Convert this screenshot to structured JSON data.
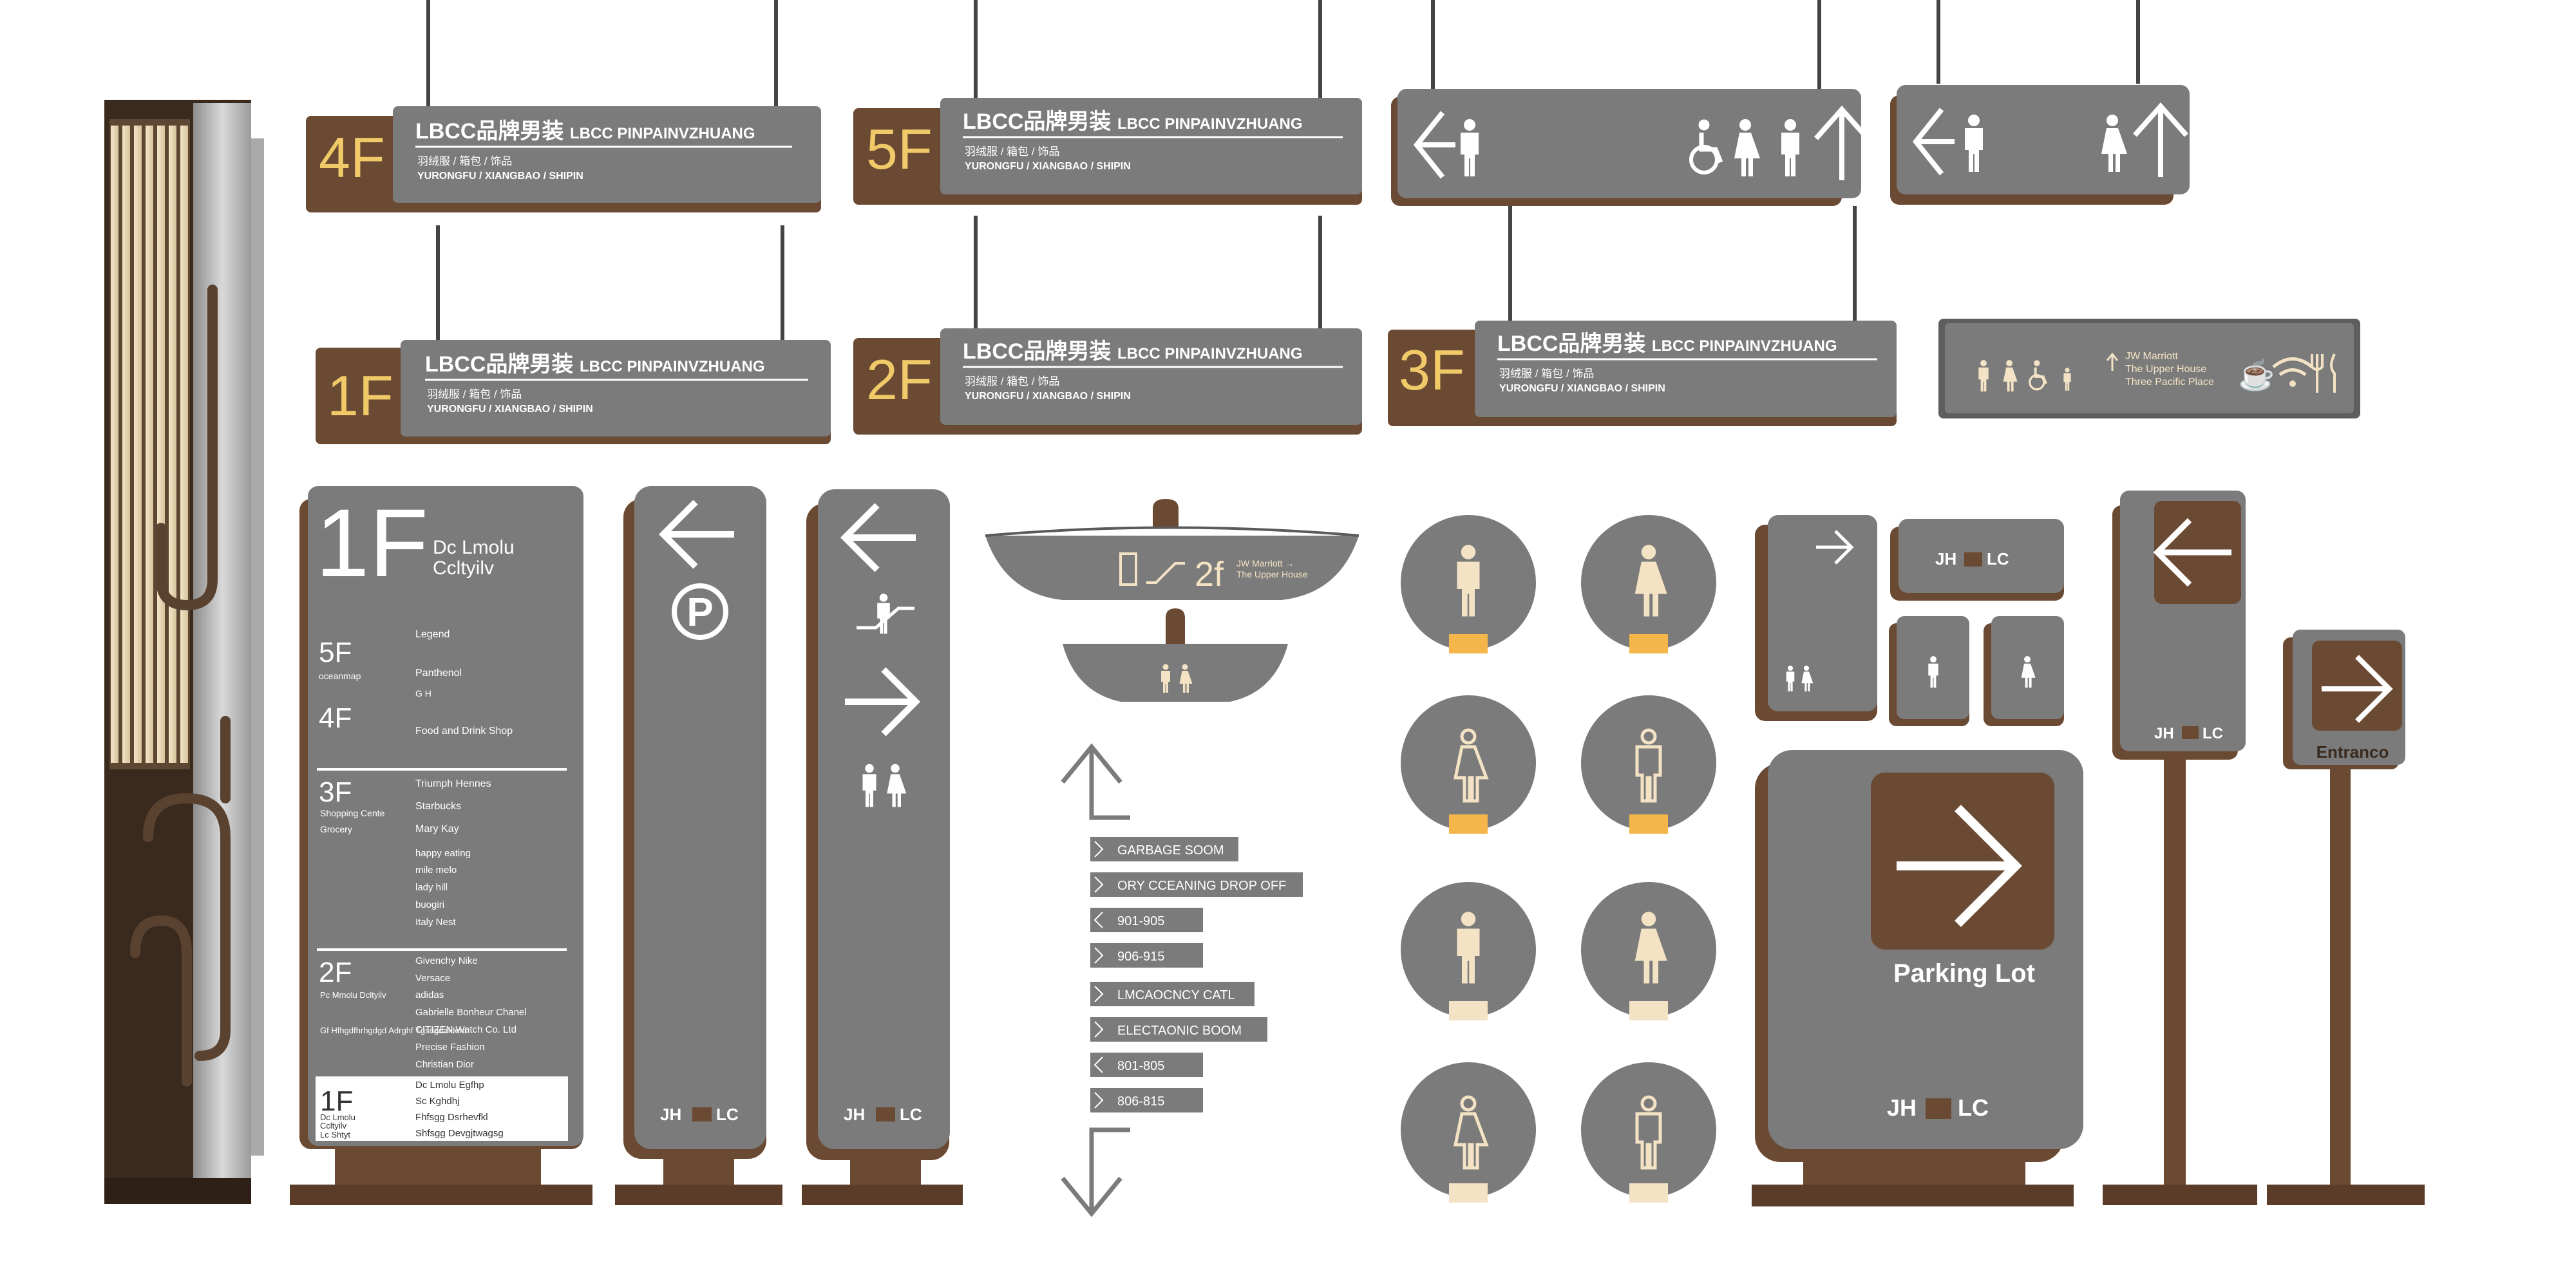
{
  "colors": {
    "grey": "#7b7b7b",
    "grey_dark": "#5f5f5f",
    "brown": "#6b4a33",
    "brown_dark": "#4a3221",
    "gold": "#f0c968",
    "cream": "#f3e3c4",
    "white": "#ffffff",
    "orange": "#f4b54a"
  },
  "brand": {
    "jh": "JH",
    "lc": "LC"
  },
  "hanging_signs": [
    {
      "floor": "4F",
      "title_cn": "LBCC品牌男装",
      "title_en": "LBCC PINPAINVZHUANG",
      "sub_cn": "羽绒服 / 箱包 / 饰品",
      "sub_en": "YURONGFU / XIANGBAO / SHIPIN"
    },
    {
      "floor": "5F",
      "title_cn": "LBCC品牌男装",
      "title_en": "LBCC PINPAINVZHUANG",
      "sub_cn": "羽绒服 / 箱包 / 饰品",
      "sub_en": "YURONGFU / XIANGBAO / SHIPIN"
    },
    {
      "floor": "1F",
      "title_cn": "LBCC品牌男装",
      "title_en": "LBCC PINPAINVZHUANG",
      "sub_cn": "羽绒服 / 箱包 / 饰品",
      "sub_en": "YURONGFU / XIANGBAO / SHIPIN"
    },
    {
      "floor": "2F",
      "title_cn": "LBCC品牌男装",
      "title_en": "LBCC PINPAINVZHUANG",
      "sub_cn": "羽绒服 / 箱包 / 饰品",
      "sub_en": "YURONGFU / XIANGBAO / SHIPIN"
    },
    {
      "floor": "3F",
      "title_cn": "LBCC品牌男装",
      "title_en": "LBCC PINPAINVZHUANG",
      "sub_cn": "羽绒服 / 箱包 / 饰品",
      "sub_en": "YURONGFU / XIANGBAO / SHIPIN"
    }
  ],
  "info_bar": {
    "line1": "JW Marriott",
    "line2": "The Upper House",
    "line3": "Three Pacific Place"
  },
  "directory": {
    "floor": "1F",
    "heading_line1": "Dc Lmolu",
    "heading_line2": "Ccltyilv",
    "legend": "Legend",
    "sections": [
      {
        "floor": "5F",
        "note": "oceanmap",
        "entries": [
          "Panthenol",
          "G  H"
        ]
      },
      {
        "floor": "4F",
        "note": "",
        "entries": [
          "Food and Drink Shop"
        ]
      },
      {
        "floor": "3F",
        "note": "Shopping Cente",
        "note2": "Grocery",
        "entries": [
          "Triumph  Hennes",
          "Starbucks",
          "Mary Kay",
          "happy eating",
          "mile melo",
          "lady hill",
          "buogiri",
          "Italy Nest"
        ]
      },
      {
        "floor": "2F",
        "note": "Pc Mmolu Dcltyilv",
        "note2": "Gf Hfhgdfhrhgdgd Adrghf Tgsdgdafderd",
        "entries": [
          "Givenchy  Nike",
          "Versace",
          "adidas",
          "Gabrielle Bonheur Chanel",
          "CITIZEN Watch Co. Ltd",
          "Precise Fashion",
          "Christian Dior"
        ]
      }
    ],
    "footer": {
      "floor": "1F",
      "note1": "Dc Lmolu",
      "note2": "Ccltyilv",
      "note3": "Lc Shtyt",
      "entries": [
        "Dc Lmolu  Egfhp",
        "Sc Kghdhj",
        "Fhfsgg Dsrhevfkl",
        "Shfsgg Devgjtwagsg"
      ]
    }
  },
  "ceiling_sign": {
    "floor": "2f",
    "line1": "JW Marriott →",
    "line2": "The Upper House"
  },
  "wayfinding_list": [
    "GARBAGE SOOM",
    "ORY CCEANING DROP OFF",
    "901-905",
    "906-915",
    "LMCAOCNCY CATL",
    "ELECTAONIC BOOM",
    "801-805",
    "806-815"
  ],
  "parking_sign": {
    "label": "Parking Lot"
  },
  "entrance_sign": {
    "label": "Entranco"
  }
}
